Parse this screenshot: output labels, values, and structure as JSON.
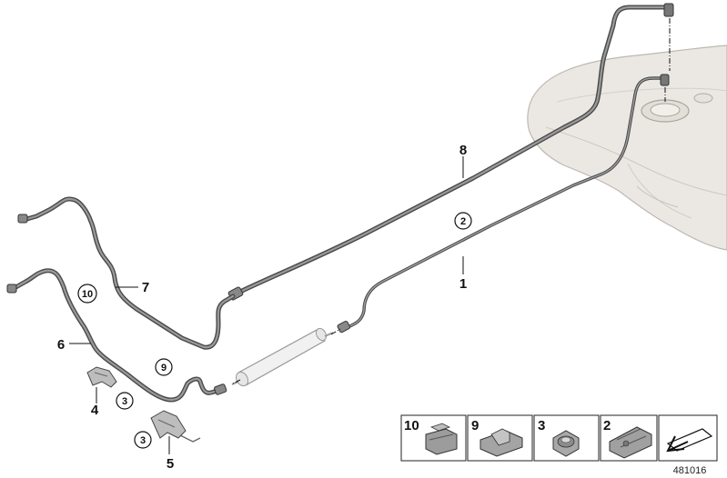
{
  "callouts": {
    "c1": "1",
    "c4": "4",
    "c5": "5",
    "c6": "6",
    "c7": "7",
    "c8": "8"
  },
  "circled_refs": {
    "r2": "2",
    "r3a": "3",
    "r3b": "3",
    "r9": "9",
    "r10": "10"
  },
  "legend": {
    "items": [
      {
        "number": "10",
        "icon": "hose-holder-icon"
      },
      {
        "number": "9",
        "icon": "clip-holder-icon"
      },
      {
        "number": "3",
        "icon": "hex-nut-icon"
      },
      {
        "number": "2",
        "icon": "double-clip-icon"
      }
    ],
    "direction_icon": "forward-direction-arrow-icon"
  },
  "diagram_id": "481016",
  "colors": {
    "pipe_dark": "#4a4a4a",
    "pipe_light": "#9a9a9a",
    "tank_fill": "#e9e6e2",
    "tank_edge": "#b9b4ae"
  }
}
